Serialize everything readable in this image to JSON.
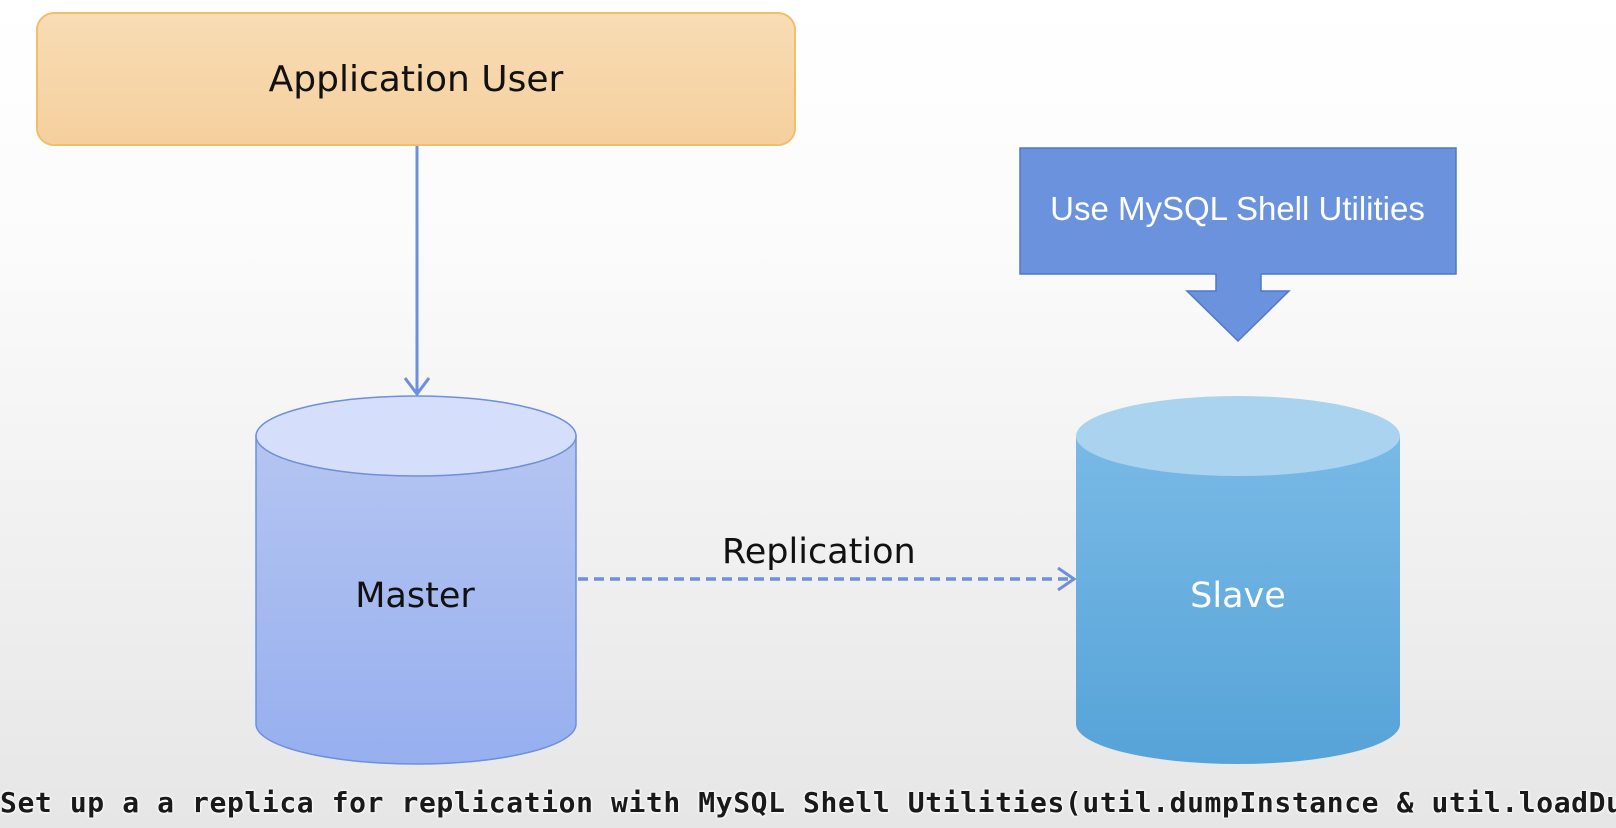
{
  "diagram": {
    "application_user": "Application User",
    "master": "Master",
    "slave": "Slave",
    "replication": "Replication",
    "callout": "Use MySQL Shell Utilities"
  },
  "caption": "Set up a a replica  for replication with MySQL Shell Utilities(util.dumpInstance & util.loadDump)",
  "colors": {
    "app_box_fill": "#f7d6a8",
    "app_box_border": "#f2be6a",
    "master_fill": "#a6b8ee",
    "slave_fill": "#66aedf",
    "connector": "#6d8fdc",
    "callout_fill": "#6b93dd"
  }
}
